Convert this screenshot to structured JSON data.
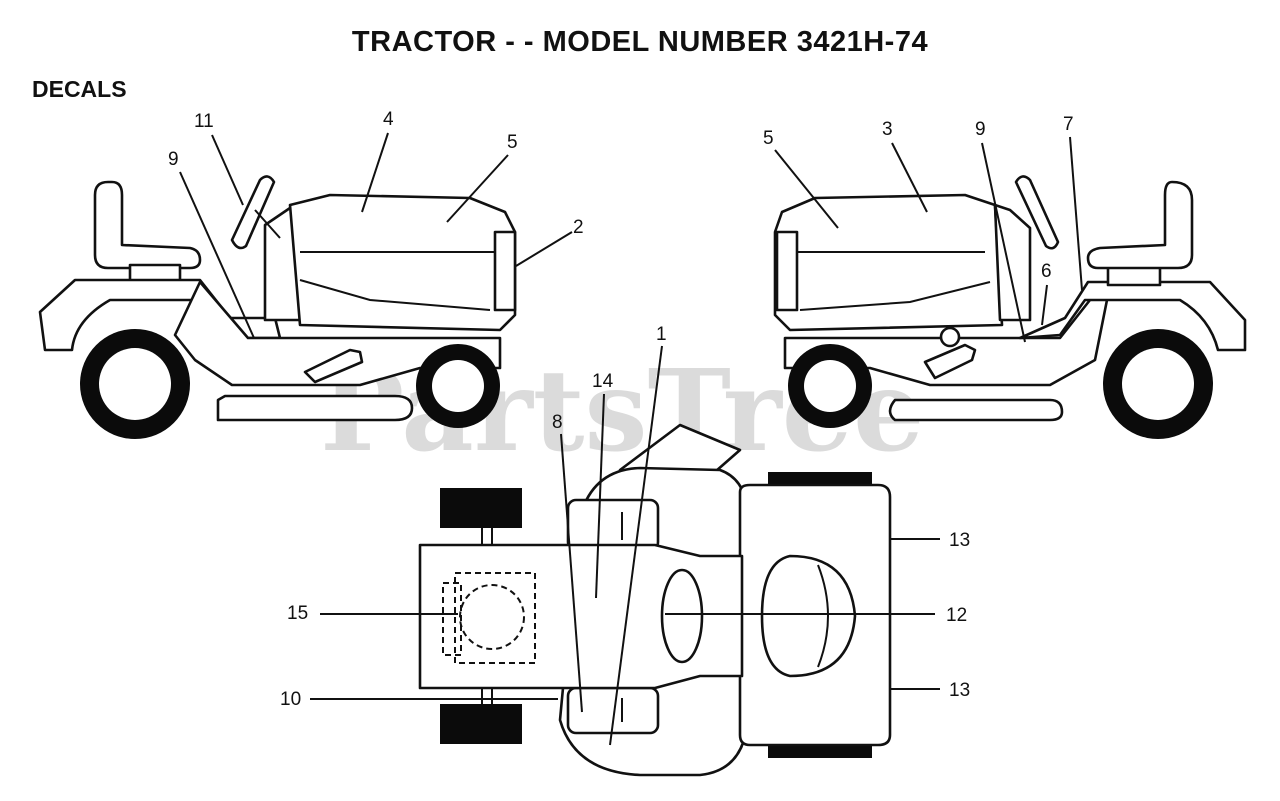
{
  "title": "TRACTOR - - MODEL NUMBER 3421H-74",
  "section": "DECALS",
  "watermark": "PartsTree",
  "callouts": {
    "left_view": [
      "11",
      "4",
      "5",
      "9",
      "2"
    ],
    "right_view": [
      "5",
      "3",
      "9",
      "7",
      "6"
    ],
    "top_view": [
      "1",
      "14",
      "8",
      "13",
      "15",
      "12",
      "10",
      "13"
    ]
  }
}
